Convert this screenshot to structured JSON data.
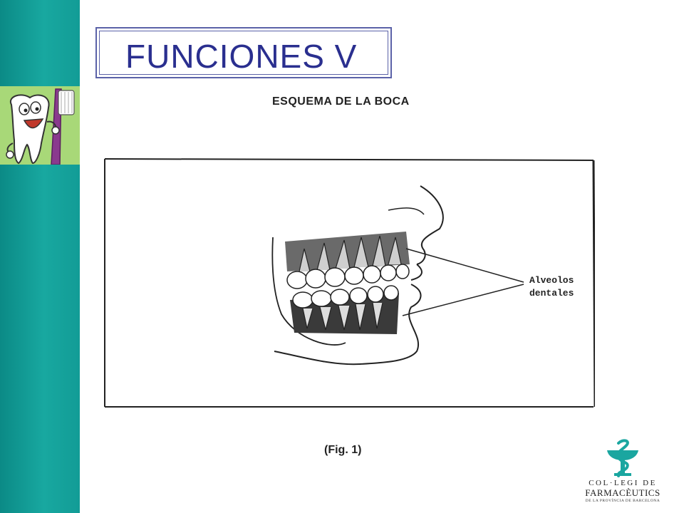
{
  "slide": {
    "title": "FUNCIONES V",
    "diagram_heading": "ESQUEMA DE LA BOCA",
    "diagram_label_line1": "Alveolos",
    "diagram_label_line2": "dentales",
    "figure_caption": "(Fig. 1)"
  },
  "logo": {
    "line1": "COL·LEGI DE",
    "line2": "FARMACÈUTICS",
    "line3": "DE LA PROVÍNCIA DE BARCELONA"
  },
  "colors": {
    "sidebar": "#129c96",
    "mascot_background": "#a8d878",
    "title_text": "#2a2f8f",
    "title_border": "#5b62a8",
    "logo_accent": "#1aa6a0"
  },
  "icons": {
    "mascot": "tooth-with-toothbrush-icon",
    "logo_symbol": "pharmacy-cup-snake-icon"
  }
}
